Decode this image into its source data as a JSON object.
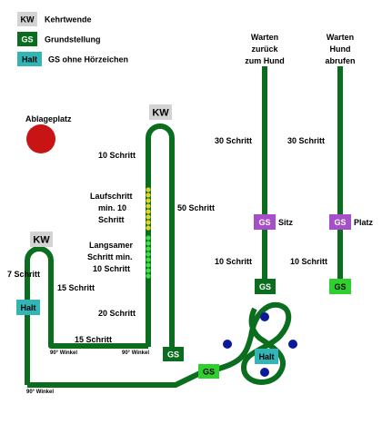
{
  "legend": [
    {
      "tag": "KW",
      "text": "Kehrtwende",
      "color": "#d3d3d3",
      "text_color": "#000000"
    },
    {
      "tag": "GS",
      "text": "Grundstellung",
      "color": "#0b6e1f",
      "text_color": "#ffffff"
    },
    {
      "tag": "Halt",
      "text": "GS ohne Hörzeichen",
      "color": "#33b5b5",
      "text_color": "#000000"
    }
  ],
  "colors": {
    "path": "#0b6e1f",
    "gs_bright": "#2ed02e",
    "sitz_platz": "#a64fc9",
    "dot_yellow": "#e8cf2a",
    "dot_green": "#44dd44",
    "ablage": "#c81414",
    "blue_dot": "#0a1a9a"
  },
  "ablageplatz": "Ablageplatz",
  "kw_label": "KW",
  "gs_label": "GS",
  "halt_label": "Halt",
  "steps": {
    "s10_top": "10 Schritt",
    "laufschritt": [
      "Laufschritt",
      "min. 10",
      "Schritt"
    ],
    "langsamer": [
      "Langsamer",
      "Schritt min.",
      "10 Schritt"
    ],
    "s50": "50 Schritt",
    "s20": "20 Schritt",
    "s15_mid": "15 Schritt",
    "s15_bottom": "15 Schritt",
    "s7": "7 Schritt",
    "w90_a": "90° Winkel",
    "w90_b": "90° Winkel",
    "w90_c": "90° Winkel"
  },
  "col1": {
    "title": [
      "Warten",
      "zurück",
      "zum Hund"
    ],
    "s30": "30 Schritt",
    "sitz": "Sitz",
    "s10": "10 Schritt"
  },
  "col2": {
    "title": [
      "Warten",
      "Hund",
      "abrufen"
    ],
    "s30": "30 Schritt",
    "platz": "Platz",
    "s10": "10 Schritt"
  }
}
